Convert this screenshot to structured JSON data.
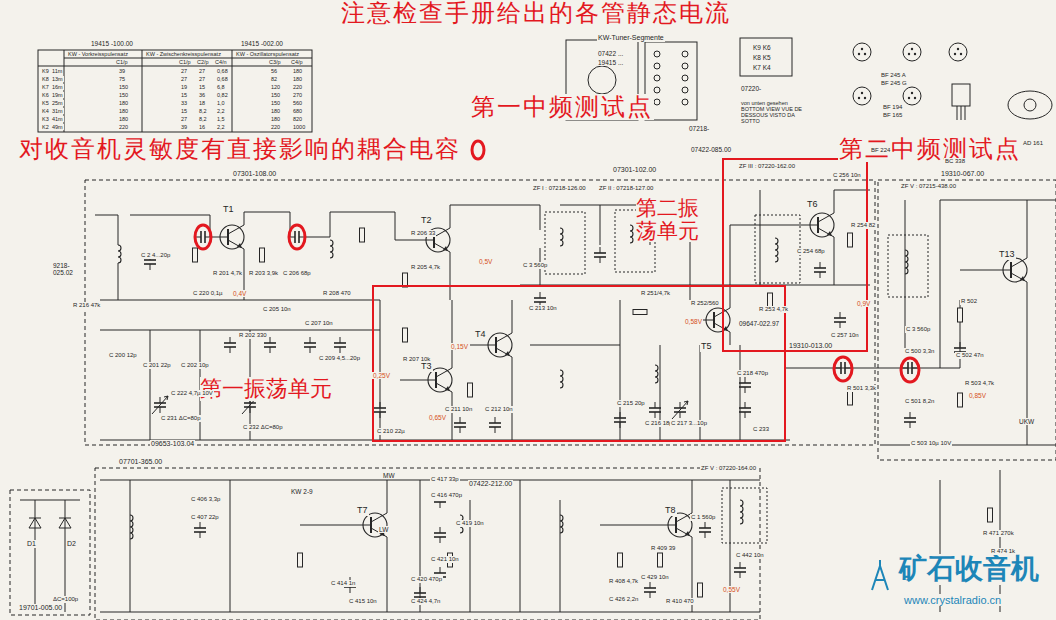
{
  "diagram": {
    "nodes": [
      {
        "text": [
          "第二振荡单元"
        ]
      },
      {
        "text": [
          "第一振荡单元"
        ]
      }
    ],
    "edges": [],
    "labels": [
      "注意检查手册给出的各管静态电流",
      "第一中频测试点",
      "对收音机灵敏度有直接影响的耦合电容",
      "第二中频测试点",
      "矿石收音机",
      "www.crystalradio.cn",
      "19415 -100.00",
      "19415 -002.00",
      "KW - Vorkreisspulensatz",
      "KW - Zwischenkreisspulensatz",
      "KW - Oszillatorspulensatz",
      "C1/p",
      "C1/p",
      "C2/p",
      "C4/n",
      "C3/p",
      "C4/p",
      "K9",
      "11m",
      "39",
      "27",
      "27",
      "0,68",
      "56",
      "180",
      "K8",
      "13m",
      "75",
      "27",
      "27",
      "0,68",
      "82",
      "180",
      "K7",
      "16m",
      "150",
      "19",
      "15",
      "6,8",
      "120",
      "220",
      "K6",
      "19m",
      "150",
      "15",
      "36",
      "0,82",
      "150",
      "270",
      "K5",
      "25m",
      "180",
      "33",
      "18",
      "1,0",
      "150",
      "560",
      "K4",
      "31m",
      "180",
      "15",
      "8,2",
      "2,2",
      "180",
      "680",
      "K3",
      "41m",
      "180",
      "27",
      "8,2",
      "1,5",
      "180",
      "820",
      "K2",
      "49m",
      "220",
      "39",
      "16",
      "2,2",
      "220",
      "1000",
      "KW-Tuner-Segmente",
      "07422 ...",
      "19415 ...",
      "07218-",
      "07422-085.00",
      "07220-",
      "von unten gesehen BOTTOM VIEW VUE DE DESSOUS VISTO DA SOTTO",
      "K9 K6",
      "K8 K5",
      "K7 K4",
      "BF 245 A",
      "BF 245 G",
      "BF 194",
      "BF 165",
      "BF 224",
      "BC 338",
      "AD 161",
      "07301-108.00",
      "07301-102.00",
      "19310-067.00",
      "19310-013.00",
      "09653-103.04",
      "09647-022.97",
      "07701-365.00",
      "19701-005.00",
      "07422-212.00",
      "9218-025.02",
      "T1",
      "T2",
      "T3",
      "T4",
      "T5",
      "T6",
      "T7",
      "T8",
      "T13",
      "ZF I : 07218-126.00",
      "ZF II : 07218-127.00",
      "ZF III : 07220-162.00",
      "ZF V : 07215-438.00",
      "ZF V : 07220-164.00",
      "C 2 4...20p",
      "R 201 4,7k",
      "R 203 3,9k",
      "C 206 68p",
      "R 202 330",
      "C 205 10n",
      "C 207 10n",
      "C 209 4,5...20p",
      "R 206 33",
      "R 205 4,7k",
      "R 207 10k",
      "R 208 470",
      "C 210 22µ",
      "C 211 10n",
      "C 212 10n",
      "C 215 20p",
      "C 216 18p",
      "C 217 3...10p",
      "C 218 470p",
      "C 233",
      "C 232 ΔC=80p",
      "C 231 ΔC=80p",
      "C 200 12p",
      "C 201 22p",
      "C 202 10p",
      "C 220 0,1µ",
      "C 222 4,7µ 10V",
      "R 216 47k",
      "C 256 10n",
      "R 254 82",
      "C 254 68p",
      "R 253 4,7k",
      "C 257 10n",
      "C 213 10n",
      "C 3 560p",
      "R 251/4,7k",
      "R 252/560",
      "R 501 3,3k",
      "C 500 3,3n",
      "C 501 8,2n",
      "C 503 10µ 10V",
      "R 503 4,7k",
      "R 502",
      "C 502 47n",
      "C 3 560p",
      "R 471 270k",
      "R 474 1k",
      "C 442 10n",
      "C 1 560p",
      "R 409 39",
      "C 429 10n",
      "R 410 470",
      "R 408 4,7k",
      "C 426 2,2n",
      "C 406 3,3p",
      "C 407 22p",
      "C 417 33p",
      "C 416 470p",
      "C 419 10n",
      "C 421 10n",
      "C 420 470p",
      "C 424 4,7n",
      "C 415 10n",
      "C 414 1n",
      "0,5V",
      "0,15V",
      "0,65V",
      "0,58V",
      "0,25V",
      "0,4V",
      "0,55V",
      "0,85V",
      "0,9V",
      "KW 2-9",
      "MW",
      "LW",
      "UKW",
      "D1",
      "D2",
      "ΔC=100p"
    ]
  }
}
